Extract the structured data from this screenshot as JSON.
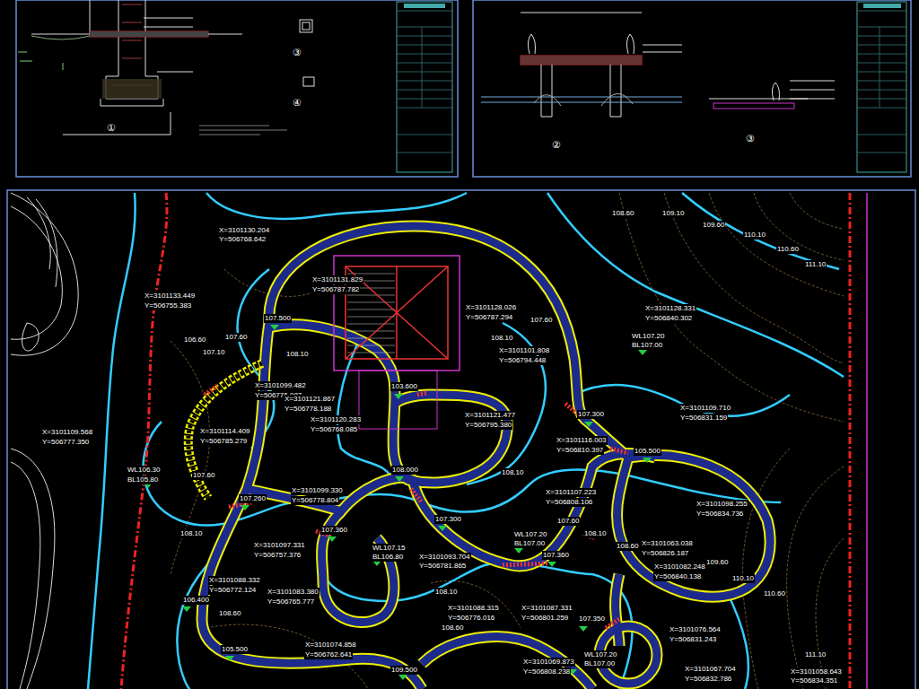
{
  "diagram": {
    "labels": [
      "①",
      "③",
      "④",
      "②",
      "③",
      "X=3101130.204",
      "Y=506768.642",
      "X=3101133.449",
      "Y=506755.383",
      "X=3101131.829",
      "Y=506787.782",
      "X=3101128.026",
      "Y=506787.294",
      "X=3101128.331",
      "Y=506840.302",
      "107.500",
      "107.60",
      "106.60",
      "107.10",
      "108.10",
      "107.60",
      "108.10",
      "X=3101101.808",
      "Y=506794.448",
      "WL107.20",
      "BL107.00",
      "108.60",
      "109.10",
      "109.60",
      "110.10",
      "110.60",
      "111.10",
      "X=3101099.482",
      "Y=506776.987",
      "X=3101121.867",
      "Y=506778.188",
      "103.600",
      "X=3101120.283",
      "Y=506768.085",
      "X=3101114.409",
      "Y=506785.279",
      "X=3101121.477",
      "Y=506795.380",
      "107.300",
      "X=3101109.710",
      "Y=506831.159",
      "X=3101116.003",
      "Y=506810.397",
      "X=3101109.568",
      "Y=506777.350",
      "105.500",
      "WL106.30",
      "BL105.80",
      "108.000",
      "108.10",
      "107.60",
      "X=3101099.330",
      "Y=506778.804",
      "X=3101107.223",
      "Y=506808.106",
      "X=3101098.255",
      "Y=506834.736",
      "107.260",
      "107.300",
      "107.60",
      "107.360",
      "108.10",
      "WL107.20",
      "BL107.00",
      "108.10",
      "X=3101097.331",
      "Y=506757.376",
      "WL107.15",
      "BL106.80",
      "X=3101093.704",
      "Y=506781.865",
      "107.360",
      "108.60",
      "X=3101063.038",
      "Y=506826.187",
      "X=3101082.248",
      "Y=506840.138",
      "109.60",
      "110.10",
      "X=3101088.332",
      "Y=506772.124",
      "108.10",
      "X=3101083.380",
      "Y=506765.777",
      "110.60",
      "106.400",
      "108.60",
      "X=3101088.315",
      "Y=506776.016",
      "X=3101087.331",
      "Y=506801.259",
      "107.350",
      "X=3101076.564",
      "Y=506831.243",
      "108.60",
      "105.500",
      "X=3101074.858",
      "Y=506762.641",
      "WL107.20",
      "BL107.00",
      "X=3101069.873",
      "Y=506808.238",
      "X=3101067.704",
      "Y=506832.786",
      "111.10",
      "109.500",
      "X=3101058.643",
      "Y=506834.351"
    ]
  }
}
